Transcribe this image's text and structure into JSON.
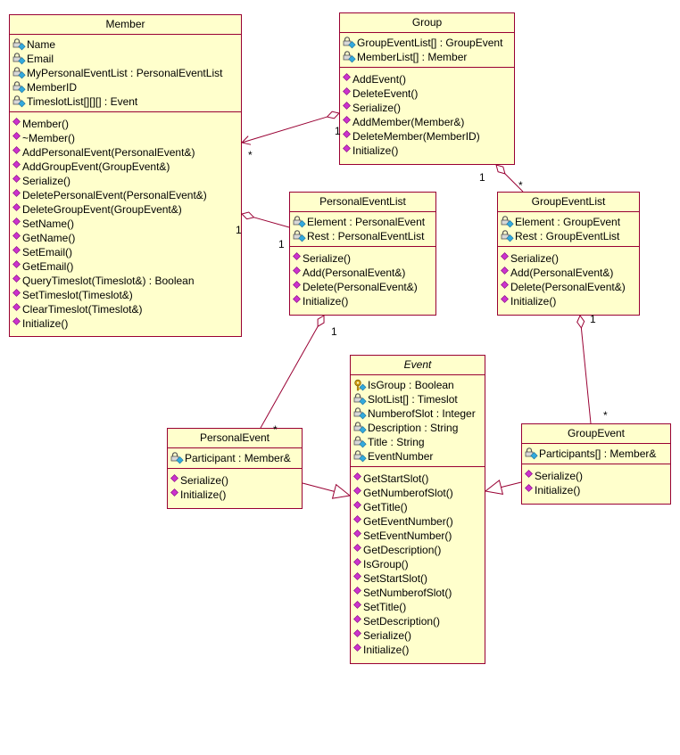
{
  "classes": [
    {
      "id": "member",
      "name": "Member",
      "abstract": false,
      "attributes": [
        {
          "text": "Name",
          "icon": "protected-attribute-icon"
        },
        {
          "text": "Email",
          "icon": "protected-attribute-icon"
        },
        {
          "text": "MyPersonalEventList : PersonalEventList",
          "icon": "protected-attribute-icon"
        },
        {
          "text": "MemberID",
          "icon": "protected-attribute-icon"
        },
        {
          "text": "TimeslotList[][][] : Event",
          "icon": "protected-attribute-icon"
        }
      ],
      "operations": [
        "Member()",
        "~Member()",
        "AddPersonalEvent(PersonalEvent&)",
        "AddGroupEvent(GroupEvent&)",
        "Serialize()",
        "DeletePersonalEvent(PersonalEvent&)",
        "DeleteGroupEvent(GroupEvent&)",
        "SetName()",
        "GetName()",
        "SetEmail()",
        "GetEmail()",
        "QueryTimeslot(Timeslot&) : Boolean",
        "SetTimeslot(Timeslot&)",
        "ClearTimeslot(Timeslot&)",
        "Initialize()"
      ]
    },
    {
      "id": "group",
      "name": "Group",
      "abstract": false,
      "attributes": [
        {
          "text": "GroupEventList[] : GroupEvent",
          "icon": "protected-attribute-icon"
        },
        {
          "text": "MemberList[] : Member",
          "icon": "protected-attribute-icon"
        }
      ],
      "operations": [
        "AddEvent()",
        "DeleteEvent()",
        "Serialize()",
        "AddMember(Member&)",
        "DeleteMember(MemberID)",
        "Initialize()"
      ]
    },
    {
      "id": "personaleventlist",
      "name": "PersonalEventList",
      "abstract": false,
      "attributes": [
        {
          "text": "Element : PersonalEvent",
          "icon": "protected-attribute-icon"
        },
        {
          "text": "Rest : PersonalEventList",
          "icon": "protected-attribute-icon"
        }
      ],
      "operations": [
        "Serialize()",
        "Add(PersonalEvent&)",
        "Delete(PersonalEvent&)",
        "Initialize()"
      ]
    },
    {
      "id": "groupeventlist",
      "name": "GroupEventList",
      "abstract": false,
      "attributes": [
        {
          "text": "Element : GroupEvent",
          "icon": "protected-attribute-icon"
        },
        {
          "text": "Rest : GroupEventList",
          "icon": "protected-attribute-icon"
        }
      ],
      "operations": [
        "Serialize()",
        "Add(PersonalEvent&)",
        "Delete(PersonalEvent&)",
        "Initialize()"
      ]
    },
    {
      "id": "event",
      "name": "Event",
      "abstract": true,
      "attributes": [
        {
          "text": "IsGroup : Boolean",
          "icon": "key-attribute-icon"
        },
        {
          "text": "SlotList[] : Timeslot",
          "icon": "protected-attribute-icon"
        },
        {
          "text": "NumberofSlot : Integer",
          "icon": "protected-attribute-icon"
        },
        {
          "text": "Description : String",
          "icon": "protected-attribute-icon"
        },
        {
          "text": "Title : String",
          "icon": "protected-attribute-icon"
        },
        {
          "text": "EventNumber",
          "icon": "protected-attribute-icon"
        }
      ],
      "operations": [
        "GetStartSlot()",
        "GetNumberofSlot()",
        "GetTitle()",
        "GetEventNumber()",
        "SetEventNumber()",
        "GetDescription()",
        "IsGroup()",
        "SetStartSlot()",
        "SetNumberofSlot()",
        "SetTitle()",
        "SetDescription()",
        "Serialize()",
        "Initialize()"
      ]
    },
    {
      "id": "personalevent",
      "name": "PersonalEvent",
      "abstract": false,
      "attributes": [
        {
          "text": "Participant : Member&",
          "icon": "protected-attribute-icon"
        }
      ],
      "operations": [
        "Serialize()",
        "Initialize()"
      ]
    },
    {
      "id": "groupevent",
      "name": "GroupEvent",
      "abstract": false,
      "attributes": [
        {
          "text": "Participants[] : Member&",
          "icon": "protected-attribute-icon"
        }
      ],
      "operations": [
        "Serialize()",
        "Initialize()"
      ]
    }
  ],
  "multiplicities": {
    "group_member_group_end": "1",
    "group_member_member_end": "*",
    "member_pel_member_end": "1",
    "member_pel_list_end": "1",
    "group_gel_group_end": "1",
    "group_gel_list_end": "*",
    "pel_pe_list_end": "1",
    "pel_pe_event_end": "*",
    "gel_ge_list_end": "1",
    "gel_ge_event_end": "*"
  },
  "colors": {
    "box_fill": "#ffffcc",
    "border": "#990033",
    "operation_icon": "#cc33cc",
    "attribute_icon": "#33aadd",
    "lock_icon": "#555555",
    "key_icon": "#d4a017"
  }
}
